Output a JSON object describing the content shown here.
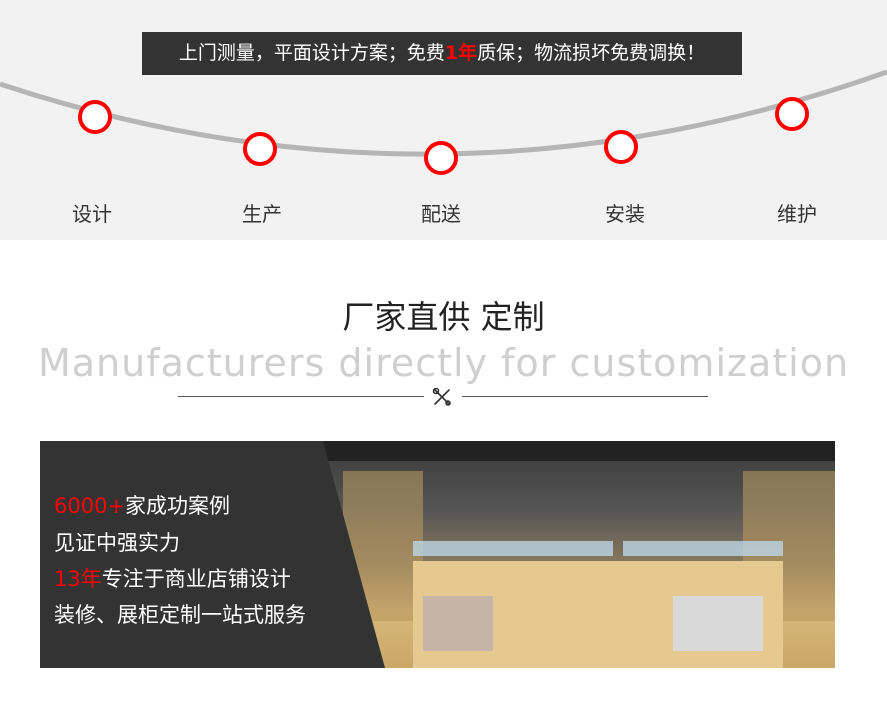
{
  "banner": {
    "pre": "上门测量，平面设计方案；免费",
    "highlight": "1年",
    "post": "质保；物流损坏免费调换！"
  },
  "steps": [
    {
      "label": "设计"
    },
    {
      "label": "生产"
    },
    {
      "label": "配送"
    },
    {
      "label": "安装"
    },
    {
      "label": "维护"
    }
  ],
  "section": {
    "title": "厂家直供 定制",
    "subtitle": "Manufacturers directly for customization",
    "divider_icon": "tools-icon"
  },
  "features": [
    {
      "highlight": "6000+",
      "text": "家成功案例"
    },
    {
      "highlight": "",
      "text": "见证中强实力"
    },
    {
      "highlight": "13年",
      "text": "专注于商业店铺设计"
    },
    {
      "highlight": "",
      "text": "装修、展柜定制一站式服务"
    }
  ],
  "colors": {
    "accent": "#ff0000",
    "dark": "#333333"
  }
}
